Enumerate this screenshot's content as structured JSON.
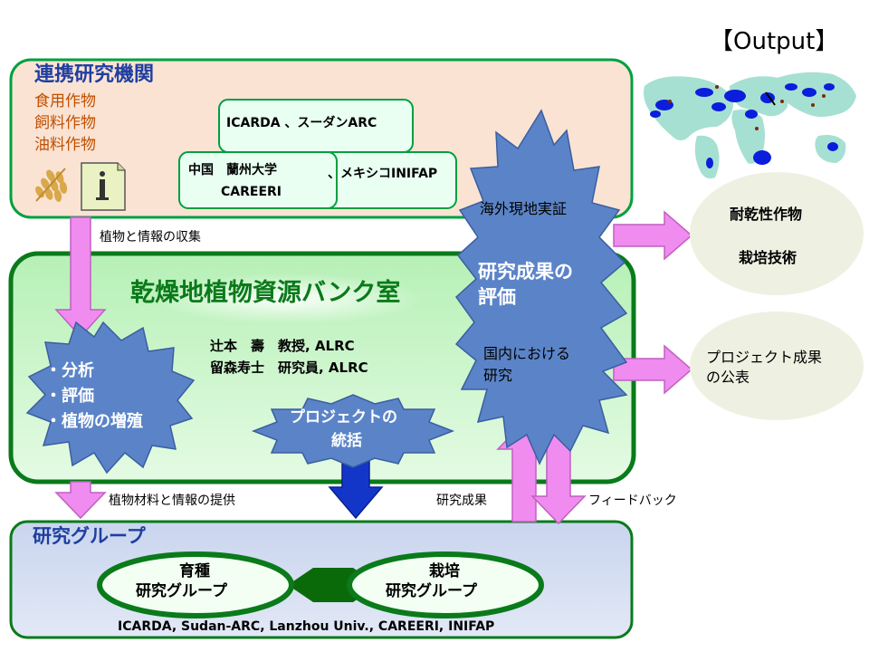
{
  "output_label": "【Output】",
  "partners": {
    "title": "連携研究機関",
    "crops": [
      "食用作物",
      "飼料作物",
      "油料作物"
    ],
    "org_icarda": "ICARDA 、スーダンARC",
    "org_mexico": "、メキシコINIFAP",
    "org_china_1": "中国　蘭州大学",
    "org_china_2": "CAREERI"
  },
  "flow": {
    "collect": "植物と情報の収集",
    "provide": "植物材料と情報の提供",
    "results": "研究成果",
    "feedback": "フィードバック"
  },
  "bank": {
    "title": "乾燥地植物資源バンク室",
    "staff_1": "辻本　壽　教授, ALRC",
    "staff_2": "留森寿士　研究員, ALRC",
    "tasks": [
      "・分析",
      "・評価",
      "・植物の増殖"
    ],
    "project_1": "プロジェクトの",
    "project_2": "統括"
  },
  "evaluation": {
    "overseas": "海外現地実証",
    "eval_1": "研究成果の",
    "eval_2": "評価",
    "domestic_1": "国内における",
    "domestic_2": "研究"
  },
  "outputs": {
    "crop": "耐乾性作物",
    "tech": "栽培技術",
    "publish_1": "プロジェクト成果",
    "publish_2": "の公表"
  },
  "groups": {
    "title": "研究グループ",
    "breeding_1": "育種",
    "breeding_2": "研究グループ",
    "cultivation_1": "栽培",
    "cultivation_2": "研究グループ",
    "members": "ICARDA,  Sudan-ARC, Lanzhou Univ., CAREERI, INIFAP"
  },
  "colors": {
    "green_border": "#00a040",
    "dark_green": "#0a7a1a",
    "title_brown": "#c05000",
    "blue_star": "#5b84c8",
    "pink_arrow": "#f08cf0",
    "title_blue": "#1f3fa0"
  }
}
